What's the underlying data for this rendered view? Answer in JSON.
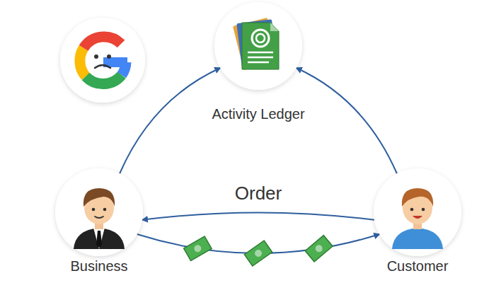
{
  "diagram": {
    "nodes": [
      {
        "text": [
          "Activity Ledger"
        ]
      },
      {
        "text": [
          "Business"
        ]
      },
      {
        "text": [
          "Customer"
        ]
      }
    ],
    "edges": [
      {
        "from": 1,
        "to": 0,
        "arrow": "to"
      },
      {
        "from": 2,
        "to": 0,
        "arrow": "to"
      },
      {
        "from": 2,
        "to": 1,
        "label": "Order",
        "arrow": "to"
      },
      {
        "from": 1,
        "to": 2,
        "arrow": "to"
      }
    ]
  }
}
